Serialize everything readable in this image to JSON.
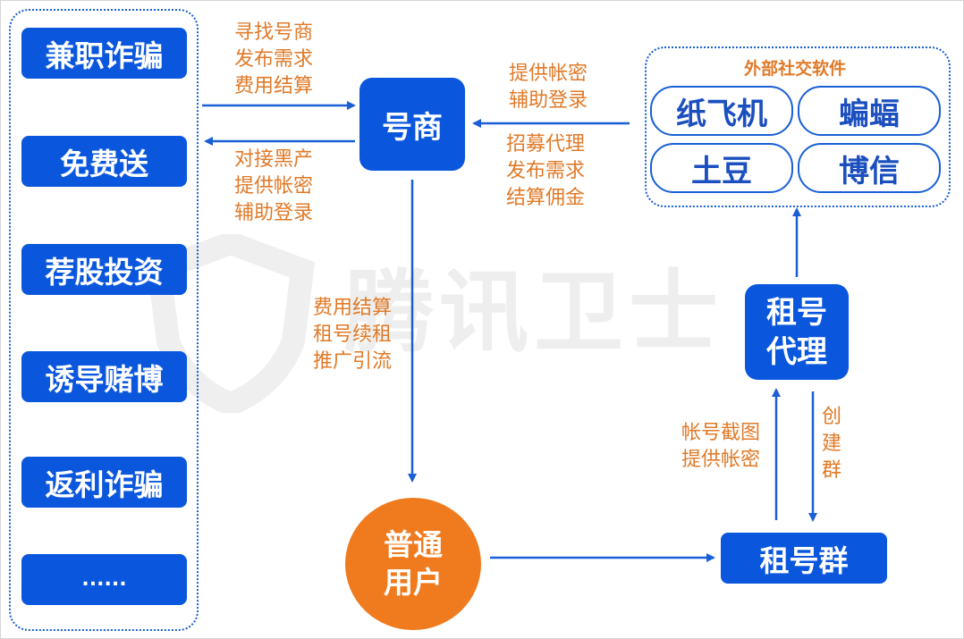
{
  "left_list": [
    "兼职诈骗",
    "免费送",
    "荐股投资",
    "诱导赌博",
    "返利诈骗",
    "......"
  ],
  "watermark": "腾讯卫士",
  "nodes": {
    "dealer": "号商",
    "normal_user_line1": "普通",
    "normal_user_line2": "用户",
    "agent_line1": "租号",
    "agent_line2": "代理",
    "rent_group": "租号群"
  },
  "external": {
    "title": "外部社交软件",
    "apps": [
      "纸飞机",
      "蝙蝠",
      "土豆",
      "博信"
    ]
  },
  "labels": {
    "to_dealer": [
      "寻找号商",
      "发布需求",
      "费用结算"
    ],
    "from_dealer": [
      "对接黑产",
      "提供帐密",
      "辅助登录"
    ],
    "ext_provide": [
      "提供帐密",
      "辅助登录"
    ],
    "ext_recruit": [
      "招募代理",
      "发布需求",
      "结算佣金"
    ],
    "dealer_to_user": [
      "费用结算",
      "租号续租",
      "推广引流"
    ],
    "group_to_agent": [
      "帐号截图",
      "提供帐密"
    ],
    "agent_to_group": [
      "创",
      "建",
      "群"
    ]
  },
  "colors": {
    "blue": "#0a57de",
    "orange": "#f07b1f",
    "label_orange": "#e07a28"
  }
}
